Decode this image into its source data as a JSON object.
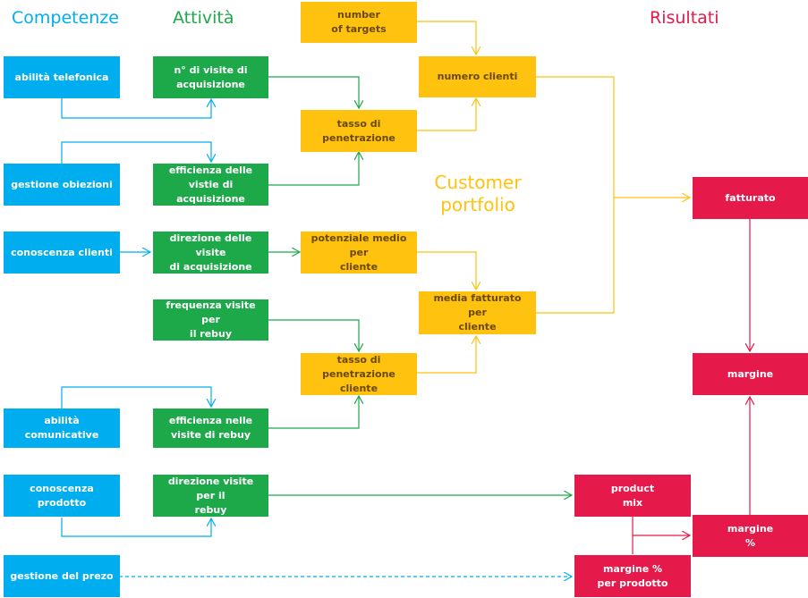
{
  "colors": {
    "blue": "#00aeef",
    "green": "#1da84a",
    "yellow": "#ffc20e",
    "red": "#e5194a"
  },
  "headers": {
    "competenze": "Competenze",
    "attivita": "Attività",
    "risultati": "Risultati",
    "customer_portfolio": "Customer\nportfolio"
  },
  "competenze": [
    {
      "label": "abilità telefonica"
    },
    {
      "label": "gestione obiezioni"
    },
    {
      "label": "conoscenza clienti"
    },
    {
      "label": "abilità comunicative"
    },
    {
      "label": "conoscenza prodotto"
    },
    {
      "label": "gestione del prezo"
    }
  ],
  "attivita": [
    {
      "label": "n° di visite di\nacquisizione"
    },
    {
      "label": "efficienza delle\nvistie di acquisizione"
    },
    {
      "label": "direzione delle visite\ndi acquisizione"
    },
    {
      "label": "frequenza visite per\nil rebuy"
    },
    {
      "label": "efficienza nelle\nvisite di rebuy"
    },
    {
      "label": "direzione visite per il\nrebuy"
    }
  ],
  "portfolio": [
    {
      "label": "number\nof targets"
    },
    {
      "label": "numero clienti"
    },
    {
      "label": "tasso di\npenetrazione"
    },
    {
      "label": "potenziale medio per\ncliente"
    },
    {
      "label": "media fatturato per\ncliente"
    },
    {
      "label": "tasso di\npenetrazione cliente"
    }
  ],
  "risultati": [
    {
      "label": "fatturato"
    },
    {
      "label": "margine"
    },
    {
      "label": "product\nmix"
    },
    {
      "label": "margine\n%"
    },
    {
      "label": "margine %\nper prodotto"
    }
  ]
}
